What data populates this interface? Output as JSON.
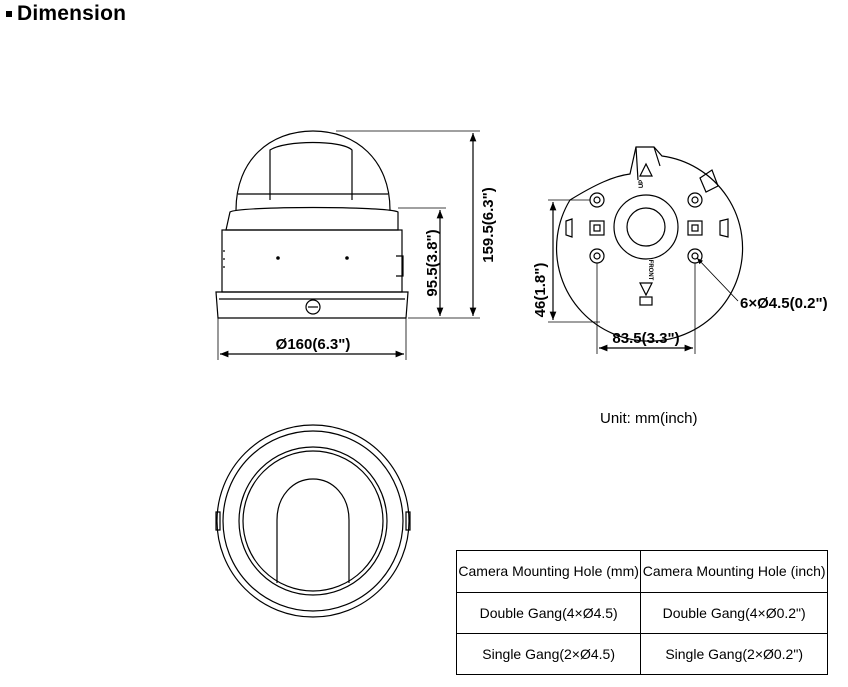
{
  "heading": {
    "title": "Dimension"
  },
  "front_view": {
    "total_height_label": "159.5(6.3\")",
    "body_height_label": "95.5(3.8\")",
    "diameter_label": "Ø160(6.3\")"
  },
  "bottom_plate": {
    "hole_offset_label": "46(1.8\")",
    "hole_spacing_label": "83.5(3.3\")",
    "holes_label": "6×Ø4.5(0.2\")",
    "arrow_up_label": "UP",
    "arrow_front_label": "FRONT"
  },
  "unit_label": "Unit: mm(inch)",
  "table": {
    "headers": [
      "Camera Mounting Hole (mm)",
      "Camera Mounting Hole (inch)"
    ],
    "rows": [
      [
        "Double Gang(4×Ø4.5)",
        "Double Gang(4×Ø0.2\")"
      ],
      [
        "Single Gang(2×Ø4.5)",
        "Single Gang(2×Ø0.2\")"
      ]
    ]
  }
}
